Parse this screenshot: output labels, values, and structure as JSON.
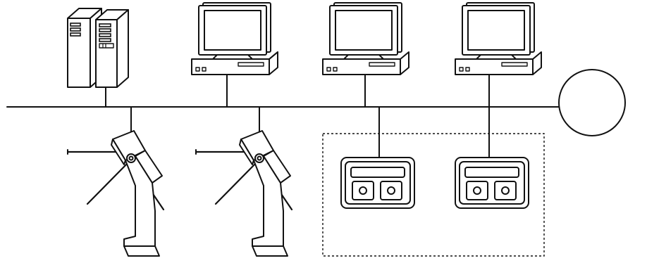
{
  "colors": {
    "line": "#111111",
    "background": "#ffffff"
  },
  "diagram": {
    "nodes": [
      {
        "name": "server",
        "icon": "server-tower-icon"
      },
      {
        "name": "workstation-1",
        "icon": "desktop-computer-icon"
      },
      {
        "name": "workstation-2",
        "icon": "desktop-computer-icon"
      },
      {
        "name": "workstation-3",
        "icon": "desktop-computer-icon"
      },
      {
        "name": "external-network",
        "icon": "circle-icon"
      },
      {
        "name": "turnstile-1",
        "icon": "tripod-turnstile-icon"
      },
      {
        "name": "turnstile-2",
        "icon": "tripod-turnstile-icon"
      },
      {
        "name": "card-reader-1",
        "icon": "card-reader-icon"
      },
      {
        "name": "card-reader-2",
        "icon": "card-reader-icon"
      }
    ],
    "groups": [
      {
        "name": "reader-group",
        "members": [
          "card-reader-1",
          "card-reader-2"
        ],
        "style": "dotted-border"
      }
    ],
    "links": [
      {
        "from": "server",
        "to": "bus"
      },
      {
        "from": "workstation-1",
        "to": "bus"
      },
      {
        "from": "workstation-2",
        "to": "bus"
      },
      {
        "from": "workstation-3",
        "to": "bus"
      },
      {
        "from": "bus",
        "to": "external-network"
      },
      {
        "from": "turnstile-1",
        "to": "bus"
      },
      {
        "from": "turnstile-2",
        "to": "bus"
      },
      {
        "from": "card-reader-1",
        "to": "bus"
      },
      {
        "from": "card-reader-2",
        "to": "bus"
      }
    ]
  }
}
